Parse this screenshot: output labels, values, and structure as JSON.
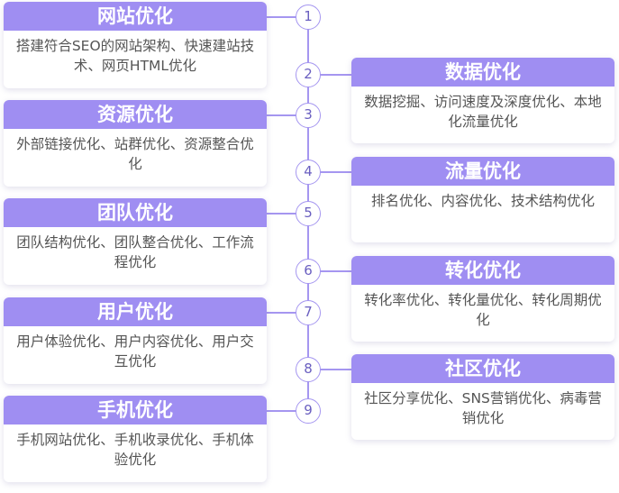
{
  "colors": {
    "accent": "#9f8ef2",
    "line": "#a596f0"
  },
  "steps": [
    {
      "num": "1",
      "title": "网站优化",
      "desc": "搭建符合SEO的网站架构、快速建站技术、网页HTML优化"
    },
    {
      "num": "2",
      "title": "数据优化",
      "desc": "数据挖掘、访问速度及深度优化、本地化流量优化"
    },
    {
      "num": "3",
      "title": "资源优化",
      "desc": "外部链接优化、站群优化、资源整合优化"
    },
    {
      "num": "4",
      "title": "流量优化",
      "desc": "排名优化、内容优化、技术结构优化"
    },
    {
      "num": "5",
      "title": "团队优化",
      "desc": "团队结构优化、团队整合优化、工作流程优化"
    },
    {
      "num": "6",
      "title": "转化优化",
      "desc": "转化率优化、转化量优化、转化周期优化"
    },
    {
      "num": "7",
      "title": "用户优化",
      "desc": "用户体验优化、用户内容优化、用户交互优化"
    },
    {
      "num": "8",
      "title": "社区优化",
      "desc": "社区分享优化、SNS营销优化、病毒营销优化"
    },
    {
      "num": "9",
      "title": "手机优化",
      "desc": "手机网站优化、手机收录优化、手机体验优化"
    }
  ]
}
